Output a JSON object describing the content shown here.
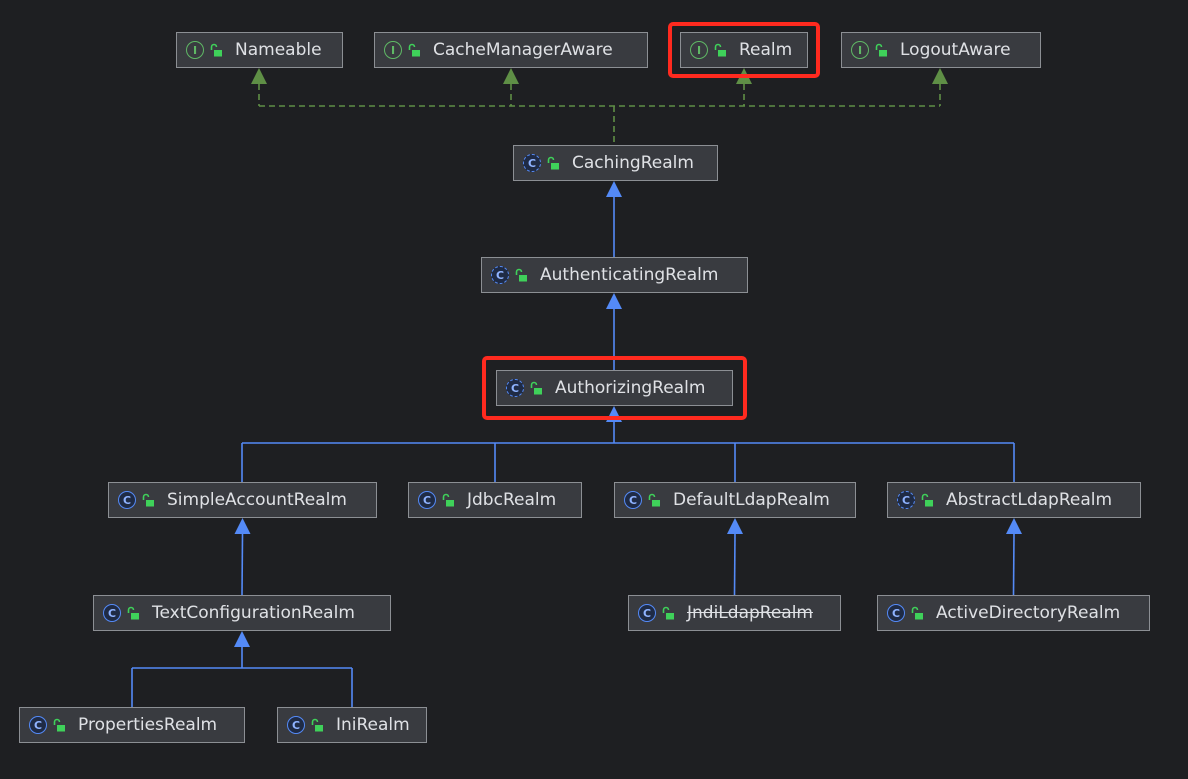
{
  "colors": {
    "background": "#1e1f22",
    "node_fill": "#393b40",
    "node_border": "#8c8f94",
    "extends_edge": "#548af7",
    "implements_edge": "#5f8f46",
    "highlight": "#ff2a1f",
    "lock": "#3fd15a"
  },
  "icons": {
    "interface_letter": "I",
    "class_letter": "C"
  },
  "nodes": [
    {
      "id": "nameable",
      "label": "Nameable",
      "kind": "interface"
    },
    {
      "id": "cachemanageraware",
      "label": "CacheManagerAware",
      "kind": "interface"
    },
    {
      "id": "realm",
      "label": "Realm",
      "kind": "interface",
      "highlighted": true
    },
    {
      "id": "logoutaware",
      "label": "LogoutAware",
      "kind": "interface"
    },
    {
      "id": "cachingrealm",
      "label": "CachingRealm",
      "kind": "abstract-class"
    },
    {
      "id": "authenticatingrealm",
      "label": "AuthenticatingRealm",
      "kind": "abstract-class"
    },
    {
      "id": "authorizingrealm",
      "label": "AuthorizingRealm",
      "kind": "abstract-class",
      "highlighted": true
    },
    {
      "id": "simpleaccountrealm",
      "label": "SimpleAccountRealm",
      "kind": "class"
    },
    {
      "id": "jdbcrealm",
      "label": "JdbcRealm",
      "kind": "class"
    },
    {
      "id": "defaultldaprealm",
      "label": "DefaultLdapRealm",
      "kind": "class"
    },
    {
      "id": "abstractldaprealm",
      "label": "AbstractLdapRealm",
      "kind": "abstract-class"
    },
    {
      "id": "textconfigurationrealm",
      "label": "TextConfigurationRealm",
      "kind": "class"
    },
    {
      "id": "jndildaprealm",
      "label": "JndiLdapRealm",
      "kind": "class",
      "deprecated": true
    },
    {
      "id": "activedirectoryrealm",
      "label": "ActiveDirectoryRealm",
      "kind": "class"
    },
    {
      "id": "propertiesrealm",
      "label": "PropertiesRealm",
      "kind": "class"
    },
    {
      "id": "inirealm",
      "label": "IniRealm",
      "kind": "class"
    }
  ],
  "edges": [
    {
      "from": "cachingrealm",
      "to": "nameable",
      "type": "implements"
    },
    {
      "from": "cachingrealm",
      "to": "cachemanageraware",
      "type": "implements"
    },
    {
      "from": "cachingrealm",
      "to": "realm",
      "type": "implements"
    },
    {
      "from": "cachingrealm",
      "to": "logoutaware",
      "type": "implements"
    },
    {
      "from": "authenticatingrealm",
      "to": "cachingrealm",
      "type": "extends"
    },
    {
      "from": "authorizingrealm",
      "to": "authenticatingrealm",
      "type": "extends"
    },
    {
      "from": "simpleaccountrealm",
      "to": "authorizingrealm",
      "type": "extends"
    },
    {
      "from": "jdbcrealm",
      "to": "authorizingrealm",
      "type": "extends"
    },
    {
      "from": "defaultldaprealm",
      "to": "authorizingrealm",
      "type": "extends"
    },
    {
      "from": "abstractldaprealm",
      "to": "authorizingrealm",
      "type": "extends"
    },
    {
      "from": "textconfigurationrealm",
      "to": "simpleaccountrealm",
      "type": "extends"
    },
    {
      "from": "jndildaprealm",
      "to": "defaultldaprealm",
      "type": "extends"
    },
    {
      "from": "activedirectoryrealm",
      "to": "abstractldaprealm",
      "type": "extends"
    },
    {
      "from": "propertiesrealm",
      "to": "textconfigurationrealm",
      "type": "extends"
    },
    {
      "from": "inirealm",
      "to": "textconfigurationrealm",
      "type": "extends"
    }
  ]
}
